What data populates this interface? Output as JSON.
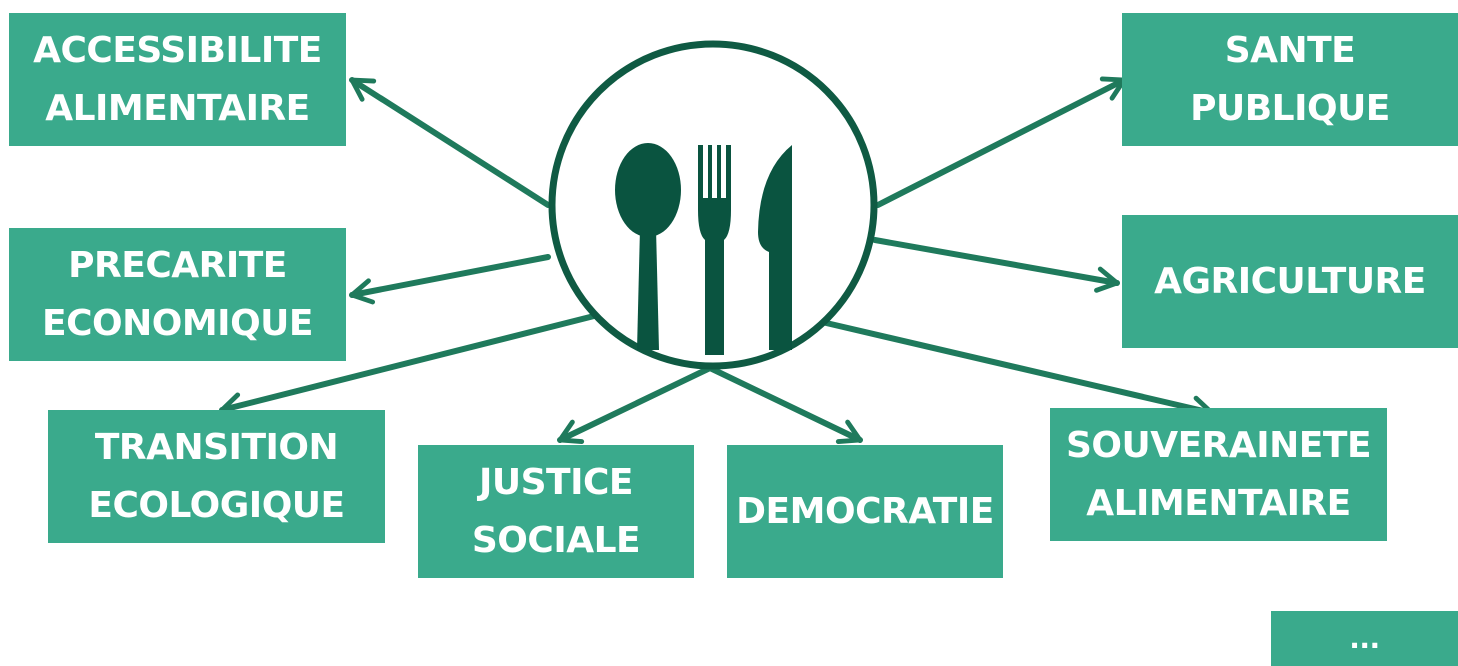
{
  "center": {
    "icon": "cutlery-icon"
  },
  "colors": {
    "box": "#3aaa8c",
    "arrow": "#1f7a5c",
    "circle": "#0f5a43",
    "utensils": "#0a5440"
  },
  "nodes": {
    "accessibilite": {
      "line1": "ACCESSIBILITE",
      "line2": "ALIMENTAIRE"
    },
    "precarite": {
      "line1": "PRECARITE",
      "line2": "ECONOMIQUE"
    },
    "transition": {
      "line1": "TRANSITION",
      "line2": "ECOLOGIQUE"
    },
    "justice": {
      "line1": "JUSTICE",
      "line2": "SOCIALE"
    },
    "democratie": {
      "line1": "DEMOCRATIE"
    },
    "souverainete": {
      "line1": "SOUVERAINETE",
      "line2": "ALIMENTAIRE"
    },
    "agriculture": {
      "line1": "AGRICULTURE"
    },
    "sante": {
      "line1": "SANTE",
      "line2": "PUBLIQUE"
    },
    "more": {
      "line1": "..."
    }
  }
}
